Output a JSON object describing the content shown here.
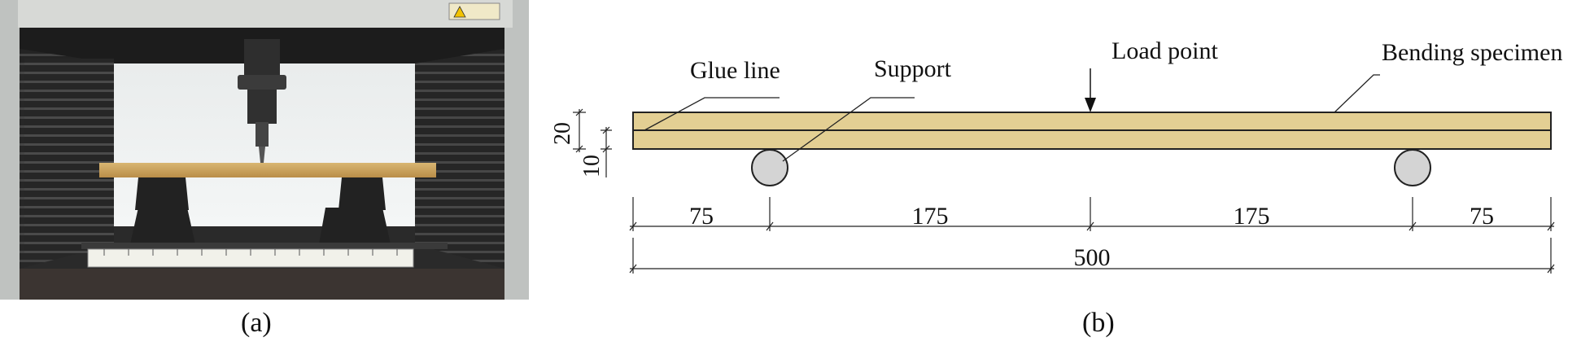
{
  "panel_a": {
    "caption": "(a)",
    "photo_description_alt": ""
  },
  "panel_b": {
    "caption": "(b)",
    "labels": {
      "glue_line": "Glue line",
      "support": "Support",
      "load_point": "Load point",
      "bending_specimen": "Bending specimen"
    },
    "dimensions": {
      "height_total": "20",
      "height_layer": "10",
      "span_left_overhang": "75",
      "span_left": "175",
      "span_right": "175",
      "span_right_overhang": "75",
      "total_length": "500"
    }
  },
  "colors": {
    "wood": "#e3cf93",
    "support": "#d4d4d4",
    "line": "#222222"
  }
}
